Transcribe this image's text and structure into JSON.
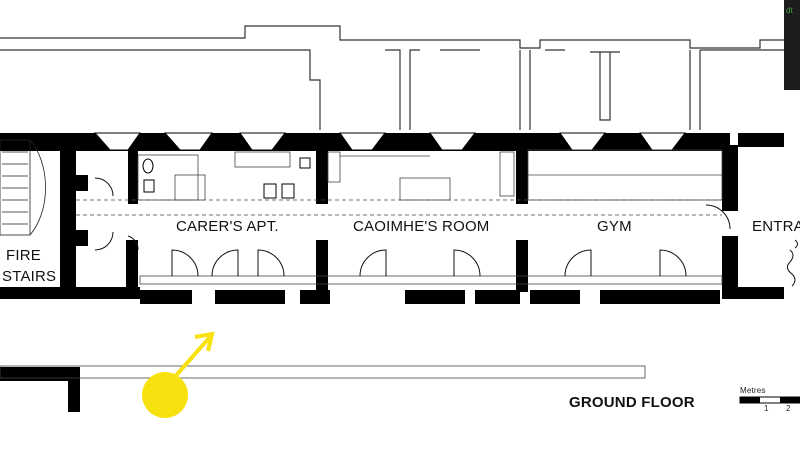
{
  "rooms": {
    "fire_line1": "FIRE",
    "fire_line2": "STAIRS",
    "carers": "CARER'S APT.",
    "caoimhe": "CAOIMHE'S ROOM",
    "gym": "GYM",
    "entrance": "ENTRA"
  },
  "title": "GROUND FLOOR",
  "scale": {
    "label": "Metres",
    "ticks": [
      "1",
      "2"
    ]
  },
  "brand": {
    "text": "dt"
  },
  "colors": {
    "wall": "#000000",
    "line": "#333333",
    "sun": "#f7e10f"
  }
}
